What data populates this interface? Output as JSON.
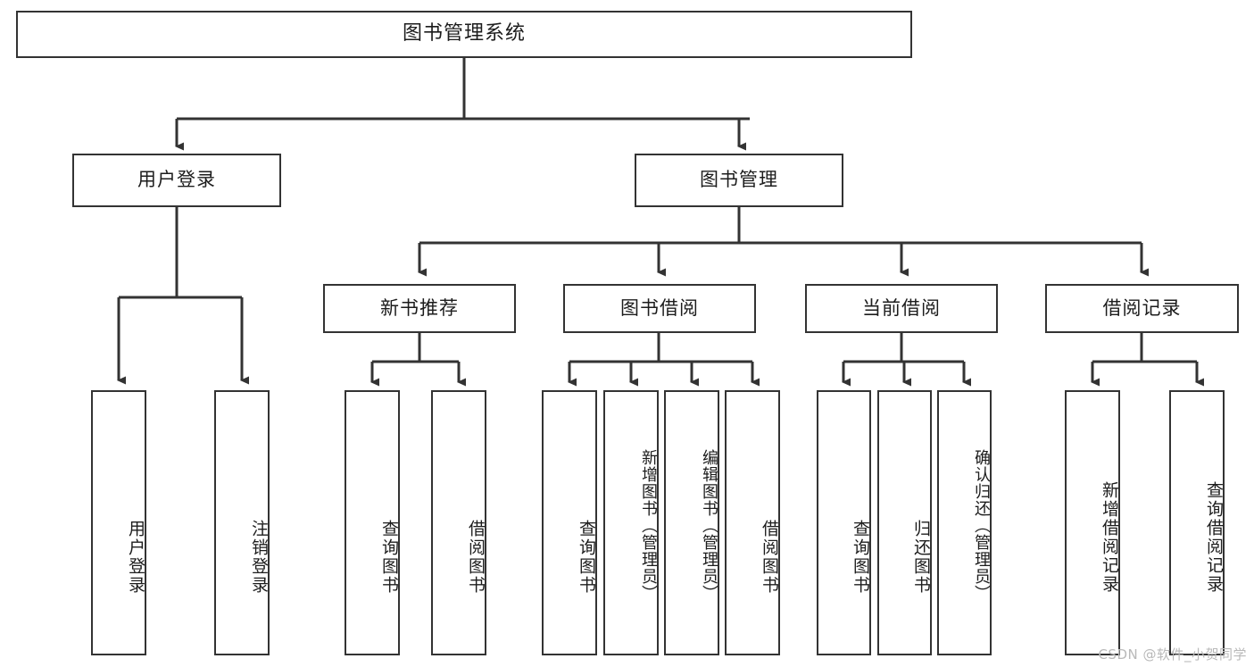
{
  "diagram": {
    "type": "tree",
    "title": "图书管理系统",
    "watermark": "CSDN @软件_小贺同学",
    "colors": {
      "box_border": "#333333",
      "box_fill": "#ffffff",
      "connector": "#333333",
      "text": "#1c1c1c",
      "watermark": "#b9b9b9",
      "background": "#ffffff"
    },
    "root": {
      "label": "图书管理系统"
    },
    "level2": [
      {
        "label": "用户登录"
      },
      {
        "label": "图书管理"
      }
    ],
    "level3": [
      {
        "label": "新书推荐"
      },
      {
        "label": "图书借阅"
      },
      {
        "label": "当前借阅"
      },
      {
        "label": "借阅记录"
      }
    ],
    "leaves": {
      "user_login": [
        {
          "label": "用户登录"
        },
        {
          "label": "注销登录"
        }
      ],
      "new_book_recommend": [
        {
          "label": "查询图书"
        },
        {
          "label": "借阅图书"
        }
      ],
      "book_borrow": [
        {
          "label": "查询图书"
        },
        {
          "label": "新增图书（管理员）"
        },
        {
          "label": "编辑图书（管理员）"
        },
        {
          "label": "借阅图书"
        }
      ],
      "current_borrow": [
        {
          "label": "查询图书"
        },
        {
          "label": "归还图书"
        },
        {
          "label": "确认归还（管理员）"
        }
      ],
      "borrow_record": [
        {
          "label": "新增借阅记录"
        },
        {
          "label": "查询借阅记录"
        }
      ]
    }
  }
}
